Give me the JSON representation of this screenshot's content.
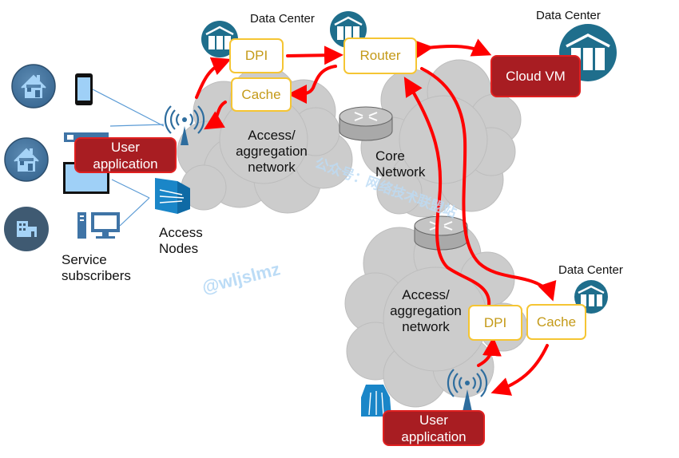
{
  "title": "Network functions placement diagram",
  "labels": {
    "data_center_top": "Data Center",
    "data_center_right": "Data Center",
    "data_center_bottom": "Data Center",
    "access_net_top_1": "Access/",
    "access_net_top_2": "aggregation",
    "access_net_top_3": "network",
    "core_1": "Core",
    "core_2": "Network",
    "access_net_bottom_1": "Access/",
    "access_net_bottom_2": "aggregation",
    "access_net_bottom_3": "network",
    "access_nodes_1": "Access",
    "access_nodes_2": "Nodes",
    "subscribers_1": "Service",
    "subscribers_2": "subscribers"
  },
  "boxes": {
    "dpi_top": "DPI",
    "cache_top": "Cache",
    "router": "Router",
    "cloud_vm": "Cloud VM",
    "dpi_bottom": "DPI",
    "cache_bottom": "Cache",
    "user_app_top_1": "User",
    "user_app_top_2": "application",
    "user_app_bottom_1": "User",
    "user_app_bottom_2": "application"
  },
  "watermarks": {
    "handle": "@wljslmz",
    "cn": "公众号：网络技术联盟站"
  },
  "colors": {
    "flow_arrow": "#ff0000",
    "function_box_border": "#f5c533",
    "function_box_text": "#c49a18",
    "app_box_fill": "#a81d22",
    "cloud_fill": "#cccccc",
    "datacenter_icon": "#1f6e8c",
    "subscriber_icon": "#3f74a6"
  }
}
